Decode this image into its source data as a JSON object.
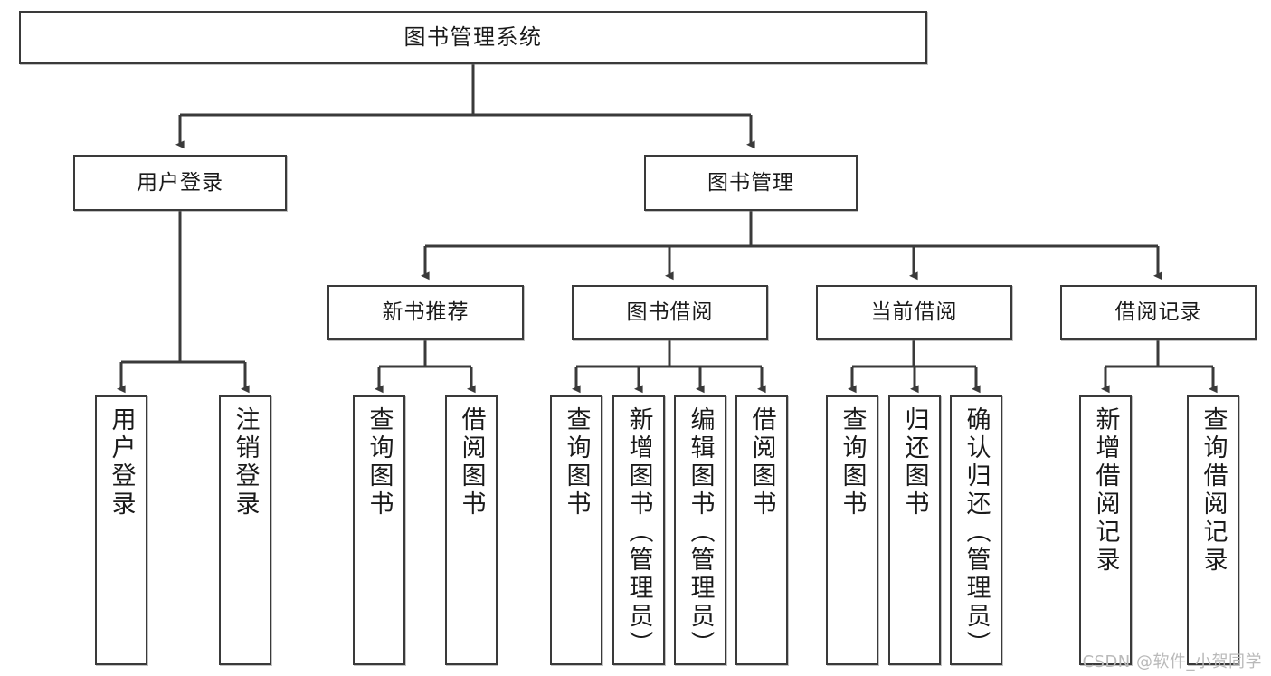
{
  "diagram": {
    "title": "图书管理系统",
    "watermark": "CSDN @软件_小贺同学",
    "line_color": "#3a3a3a",
    "box_fill": "#ffffff",
    "text_color": "#1a1a1a",
    "watermark_color": "#b9b9b9",
    "levels": {
      "root": {
        "label": "图书管理系统"
      },
      "level2": [
        {
          "label": "用户登录"
        },
        {
          "label": "图书管理"
        }
      ],
      "level3": [
        {
          "label": "新书推荐"
        },
        {
          "label": "图书借阅"
        },
        {
          "label": "当前借阅"
        },
        {
          "label": "借阅记录"
        }
      ],
      "leaves": {
        "user_login": [
          {
            "label": "用户登录"
          },
          {
            "label": "注销登录"
          }
        ],
        "new_book_recommend": [
          {
            "label": "查询图书"
          },
          {
            "label": "借阅图书"
          }
        ],
        "book_borrow": [
          {
            "label": "查询图书"
          },
          {
            "label": "新增图书（管理员）"
          },
          {
            "label": "编辑图书（管理员）"
          },
          {
            "label": "借阅图书"
          }
        ],
        "current_borrow": [
          {
            "label": "查询图书"
          },
          {
            "label": "归还图书"
          },
          {
            "label": "确认归还（管理员）"
          }
        ],
        "borrow_record": [
          {
            "label": "新增借阅记录"
          },
          {
            "label": "查询借阅记录"
          }
        ]
      }
    }
  }
}
